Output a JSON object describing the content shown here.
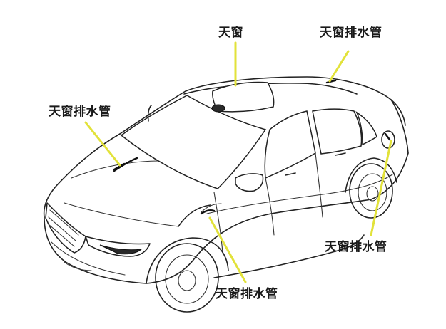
{
  "labels": {
    "sunroof": "天窗",
    "drain_top_right": "天窗排水管",
    "drain_top_left": "天窗排水管",
    "drain_bottom_right": "天窗排水管",
    "drain_bottom_middle": "天窗排水管"
  },
  "colors": {
    "leader_line": "#e2e23a",
    "line_art": "#222222",
    "background": "#ffffff"
  }
}
